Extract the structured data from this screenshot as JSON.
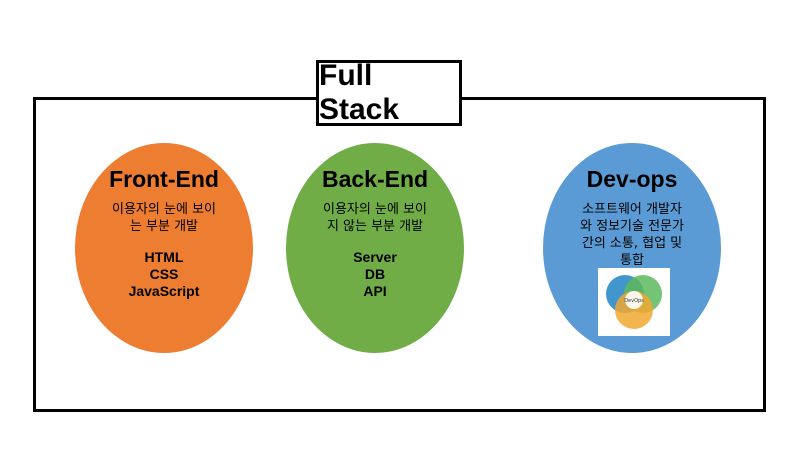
{
  "title": "Full Stack",
  "sections": [
    {
      "title": "Front-End",
      "description": "이용자의 눈에 보이\n는 부분 개발",
      "items": [
        "HTML",
        "CSS",
        "JavaScript"
      ],
      "color": "#ed7d31"
    },
    {
      "title": "Back-End",
      "description": "이용자의 눈에 보이\n지 않는 부분 개발",
      "items": [
        "Server",
        "DB",
        "API"
      ],
      "color": "#70ad47"
    },
    {
      "title": "Dev-ops",
      "description": "소프트웨어 개발자\n와 정보기술 전문가\n간의 소통, 협업 및\n통합",
      "items": [],
      "color": "#5b9bd5"
    }
  ],
  "devops_image": {
    "center_label": "DevOps"
  }
}
